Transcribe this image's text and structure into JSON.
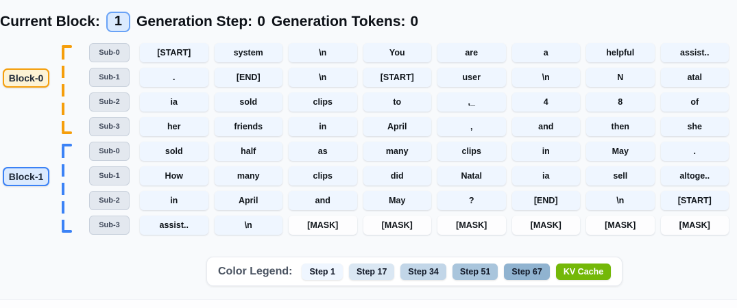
{
  "header": {
    "current_block_label": "Current Block:",
    "current_block_value": "1",
    "generation_step_label": "Generation Step:",
    "generation_step_value": "0",
    "generation_tokens_label": "Generation Tokens:",
    "generation_tokens_value": "0"
  },
  "mask_token": "[MASK]",
  "colors": {
    "mask_cell_bg": "#fdfdfe",
    "token_cell_bg": "#eff6ff",
    "block0_accent": "#f59e0b",
    "block0_label_bg": "#fdf3d5",
    "block1_accent": "#3b82f6",
    "block1_label_bg": "#dbeafe"
  },
  "blocks": [
    {
      "label": "Block-0",
      "accent_color": "#f59e0b",
      "label_bg": "#fdf3d5",
      "rows": [
        {
          "sub": "Sub-0",
          "tokens": [
            "[START]",
            "system",
            "\\n",
            "You",
            "are",
            "a",
            "helpful",
            "assist.."
          ]
        },
        {
          "sub": "Sub-1",
          "tokens": [
            ".",
            "[END]",
            "\\n",
            "[START]",
            "user",
            "\\n",
            "N",
            "atal"
          ]
        },
        {
          "sub": "Sub-2",
          "tokens": [
            "ia",
            "sold",
            "clips",
            "to",
            ",_",
            "4",
            "8",
            "of"
          ]
        },
        {
          "sub": "Sub-3",
          "tokens": [
            "her",
            "friends",
            "in",
            "April",
            ",",
            "and",
            "then",
            "she"
          ]
        }
      ]
    },
    {
      "label": "Block-1",
      "accent_color": "#3b82f6",
      "label_bg": "#dbeafe",
      "rows": [
        {
          "sub": "Sub-0",
          "tokens": [
            "sold",
            "half",
            "as",
            "many",
            "clips",
            "in",
            "May",
            "."
          ]
        },
        {
          "sub": "Sub-1",
          "tokens": [
            "How",
            "many",
            "clips",
            "did",
            "Natal",
            "ia",
            "sell",
            "altoge.."
          ]
        },
        {
          "sub": "Sub-2",
          "tokens": [
            "in",
            "April",
            "and",
            "May",
            "?",
            "[END]",
            "\\n",
            "[START]"
          ]
        },
        {
          "sub": "Sub-3",
          "tokens": [
            "assist..",
            "\\n",
            "[MASK]",
            "[MASK]",
            "[MASK]",
            "[MASK]",
            "[MASK]",
            "[MASK]"
          ]
        }
      ]
    }
  ],
  "legend": {
    "title": "Color Legend:",
    "items": [
      {
        "label": "Step 1",
        "color": "#eff6ff",
        "text_color": "#111827"
      },
      {
        "label": "Step 17",
        "color": "#dae7f3",
        "text_color": "#111827"
      },
      {
        "label": "Step 34",
        "color": "#c2d6e8",
        "text_color": "#111827"
      },
      {
        "label": "Step 51",
        "color": "#a9c5dc",
        "text_color": "#111827"
      },
      {
        "label": "Step 67",
        "color": "#90b3d0",
        "text_color": "#111827"
      },
      {
        "label": "KV Cache",
        "color": "#74b808",
        "text_color": "#ffffff"
      }
    ]
  }
}
